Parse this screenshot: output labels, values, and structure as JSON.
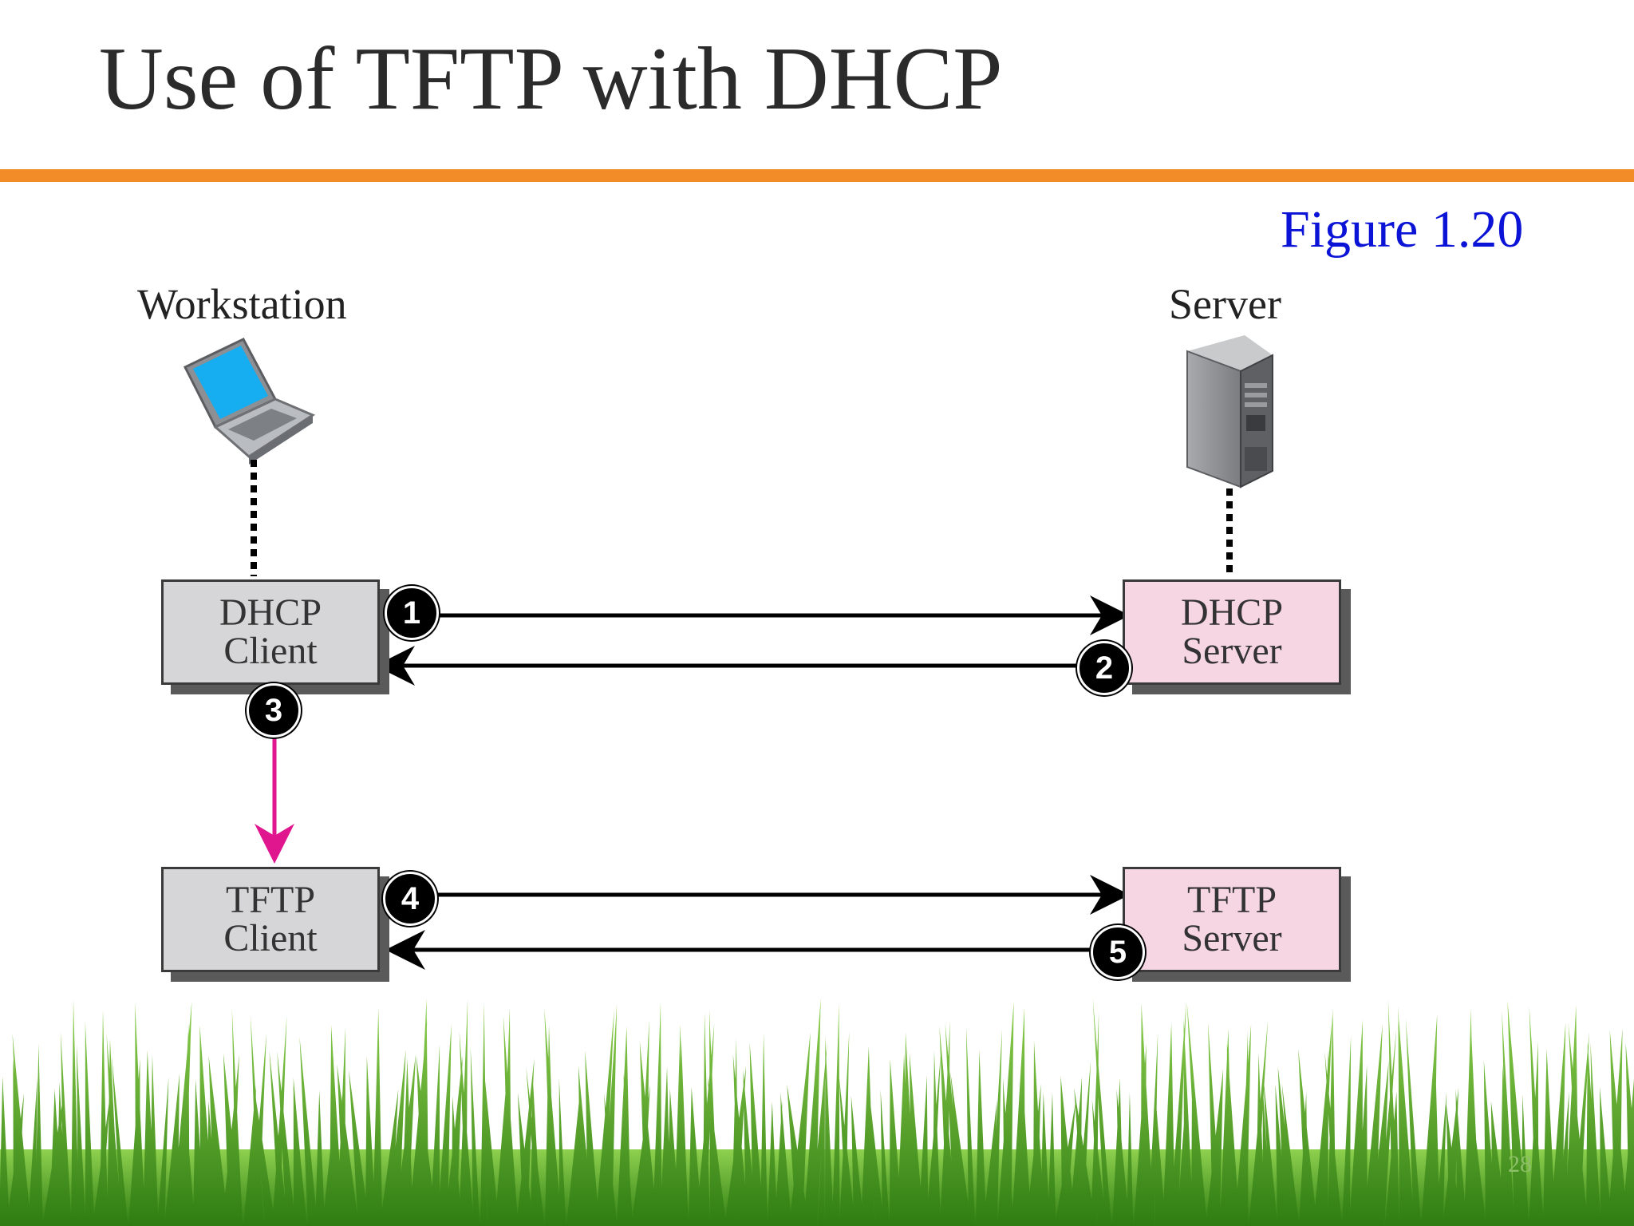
{
  "slide": {
    "title": "Use of TFTP with DHCP",
    "figure_label": "Figure 1.20",
    "page_number": "28"
  },
  "labels": {
    "workstation": "Workstation",
    "server": "Server"
  },
  "boxes": {
    "dhcp_client": {
      "line1": "DHCP",
      "line2": "Client"
    },
    "dhcp_server": {
      "line1": "DHCP",
      "line2": "Server"
    },
    "tftp_client": {
      "line1": "TFTP",
      "line2": "Client"
    },
    "tftp_server": {
      "line1": "TFTP",
      "line2": "Server"
    }
  },
  "steps": [
    "1",
    "2",
    "3",
    "4",
    "5"
  ],
  "colors": {
    "accent_rule": "#f28c28",
    "figure_label": "#0a13d6",
    "step3_arrow": "#e0168f",
    "client_box": "#d6d6d8",
    "server_box": "#f7d6e4"
  },
  "icons": {
    "workstation": "laptop-icon",
    "server": "server-tower-icon",
    "background": "grass-decoration"
  }
}
